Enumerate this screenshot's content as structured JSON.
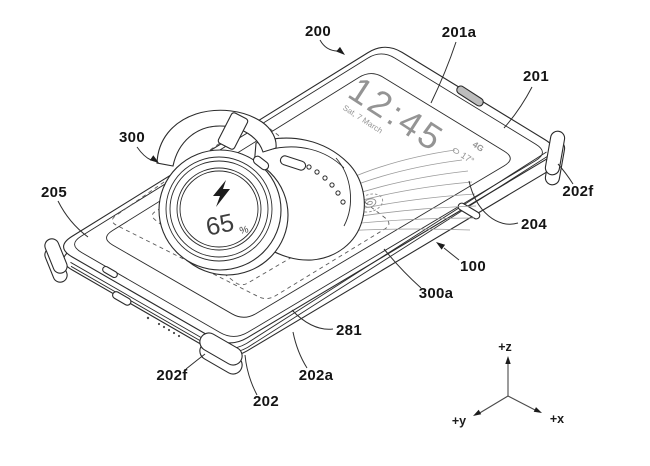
{
  "labels": {
    "ref_200": "200",
    "ref_201a": "201a",
    "ref_201": "201",
    "ref_202f_right": "202f",
    "ref_204": "204",
    "ref_100": "100",
    "ref_300a": "300a",
    "ref_281": "281",
    "ref_202a": "202a",
    "ref_202": "202",
    "ref_202f_bottom": "202f",
    "ref_205": "205",
    "ref_300": "300"
  },
  "screen": {
    "time": "12:45",
    "date": "Sat, 7 March",
    "network_badge": "4G",
    "temperature": "17°"
  },
  "watch_display": {
    "battery_level": "65",
    "percent_sign": "%"
  },
  "axes": {
    "z_label": "+z",
    "y_label": "+y",
    "x_label": "+x"
  },
  "colors": {
    "background": "#ffffff",
    "line": "#2b2b2b",
    "label_text": "#141414",
    "screen_text": "#949494",
    "dashed_line": "#5a5a5a"
  }
}
